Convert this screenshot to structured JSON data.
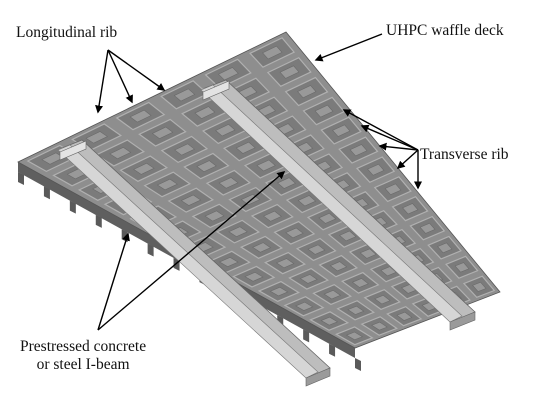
{
  "labels": {
    "longitudinal_rib": "Longitudinal rib",
    "uhpc_deck": "UHPC waffle deck",
    "transverse_rib": "Transverse rib",
    "beam_line1": "Prestressed concrete",
    "beam_line2": "or steel I-beam"
  },
  "colors": {
    "deck": "#8e8e8e",
    "pocket": "#7b7b7b",
    "rib_top": "#b0b0b0",
    "beam": "#c9c9c9",
    "arrow": "#000000"
  }
}
